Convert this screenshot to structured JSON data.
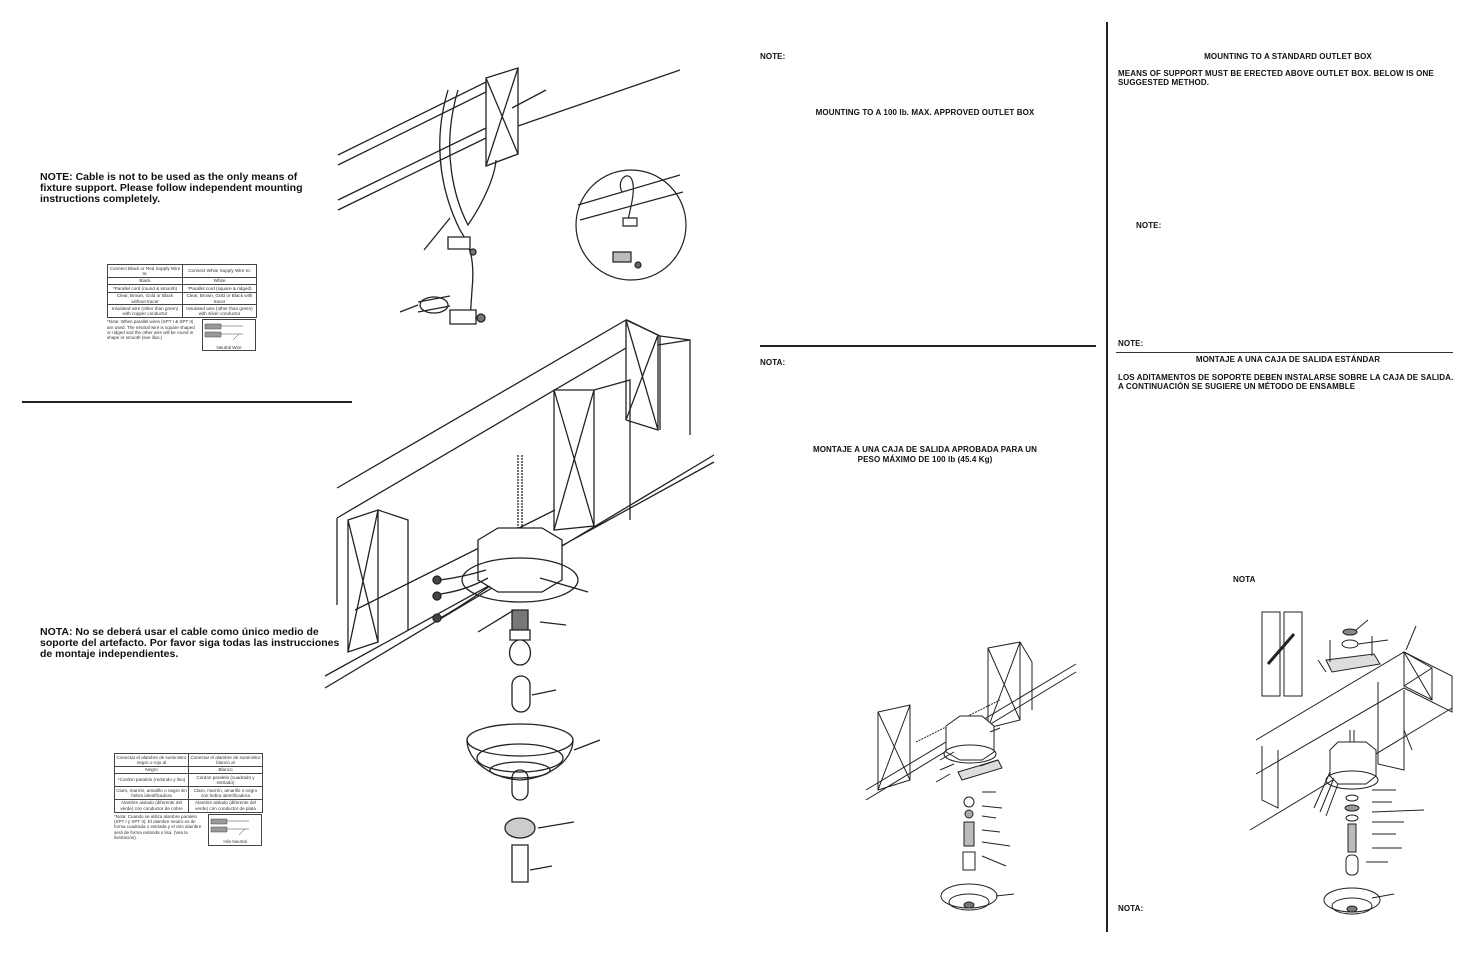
{
  "panel1": {
    "note_en": "NOTE: Cable is not to be used as the only means of fixture support. Please follow independent mounting instructions completely.",
    "note_es": "NOTA:  No se deberá usar el cable como único medio de soporte del artefacto. Por favor siga todas las instrucciones de montaje independientes.",
    "table_en": {
      "rows": [
        [
          "Connect Black or Red Supply Wire to:",
          "Connect White Supply Wire to:"
        ],
        [
          "Black",
          "White"
        ],
        [
          "*Parallel cord (round & smooth)",
          "*Parallel cord (square & ridged)"
        ],
        [
          "Clear, Brown, Gold or Black without tracer",
          "Clear, Brown, Gold or Black with tracer"
        ],
        [
          "Insulated wire (other than green) with copper conductor",
          "Insulated wire (other than green) with silver conductor"
        ]
      ],
      "footnote": "*Note: When parallel wires (SPT I & SPT II) are used. The neutral wire is square shaped or ridged and the other wire will be round in shape or smooth (see illus.)",
      "fig_label": "Neutral Wire"
    },
    "table_es": {
      "rows": [
        [
          "Conectar el alambre de suministro negro o rojo al",
          "Conectar el alambre de suministro blanco al"
        ],
        [
          "Negro",
          "Blanco"
        ],
        [
          "*Cordon paralelo (redondo y liso)",
          "Cordon paralelo (cuadrado y estriado)"
        ],
        [
          "Claro, marrón, amarillo o negro sin hebra identificadora",
          "Claro, marrón, amarillo o negro con hebra identificadora"
        ],
        [
          "Alambre aislado (diferente del verde) con conductor de cobre",
          "Alambre aislado (diferente del verde) con conductor de plata"
        ]
      ],
      "footnote": "*Nota: Cuando se utiliza alambre paralelo (SPT I y SPT II). El alambre neutro es de forma cuadrada o estriada y el otro alambre será de forma redonda o lisa. (Vea la ilustración).",
      "fig_label": "Hilo Neutral"
    }
  },
  "panel3": {
    "note_en": "NOTE:",
    "heading_en": "MOUNTING TO A 100 lb. MAX. APPROVED OUTLET BOX",
    "note_es": "NOTA:",
    "heading_es_line1": "MONTAJE A UNA CAJA DE SALIDA APROBADA PARA UN",
    "heading_es_line2": "PESO MÁXIMO DE 100 lb (45.4 Kg)"
  },
  "panel4": {
    "heading_en": "MOUNTING TO A STANDARD OUTLET BOX",
    "sub_en_line1": "MEANS OF SUPPORT MUST BE ERECTED ABOVE OUTLET BOX. BELOW IS ONE",
    "sub_en_line2": "SUGGESTED METHOD.",
    "note_mid": "NOTE:",
    "note_bottom_en": "NOTE:",
    "heading_es": "MONTAJE A UNA CAJA DE SALIDA ESTÁNDAR",
    "sub_es_line1": "LOS ADITAMENTOS DE SOPORTE DEBEN INSTALARSE SOBRE LA CAJA DE SALIDA.",
    "sub_es_line2": "A CONTINUACIÓN SE SUGIERE UN MÉTODO DE ENSAMBLE",
    "nota_mid": "NOTA",
    "note_footer": "NOTA:"
  }
}
